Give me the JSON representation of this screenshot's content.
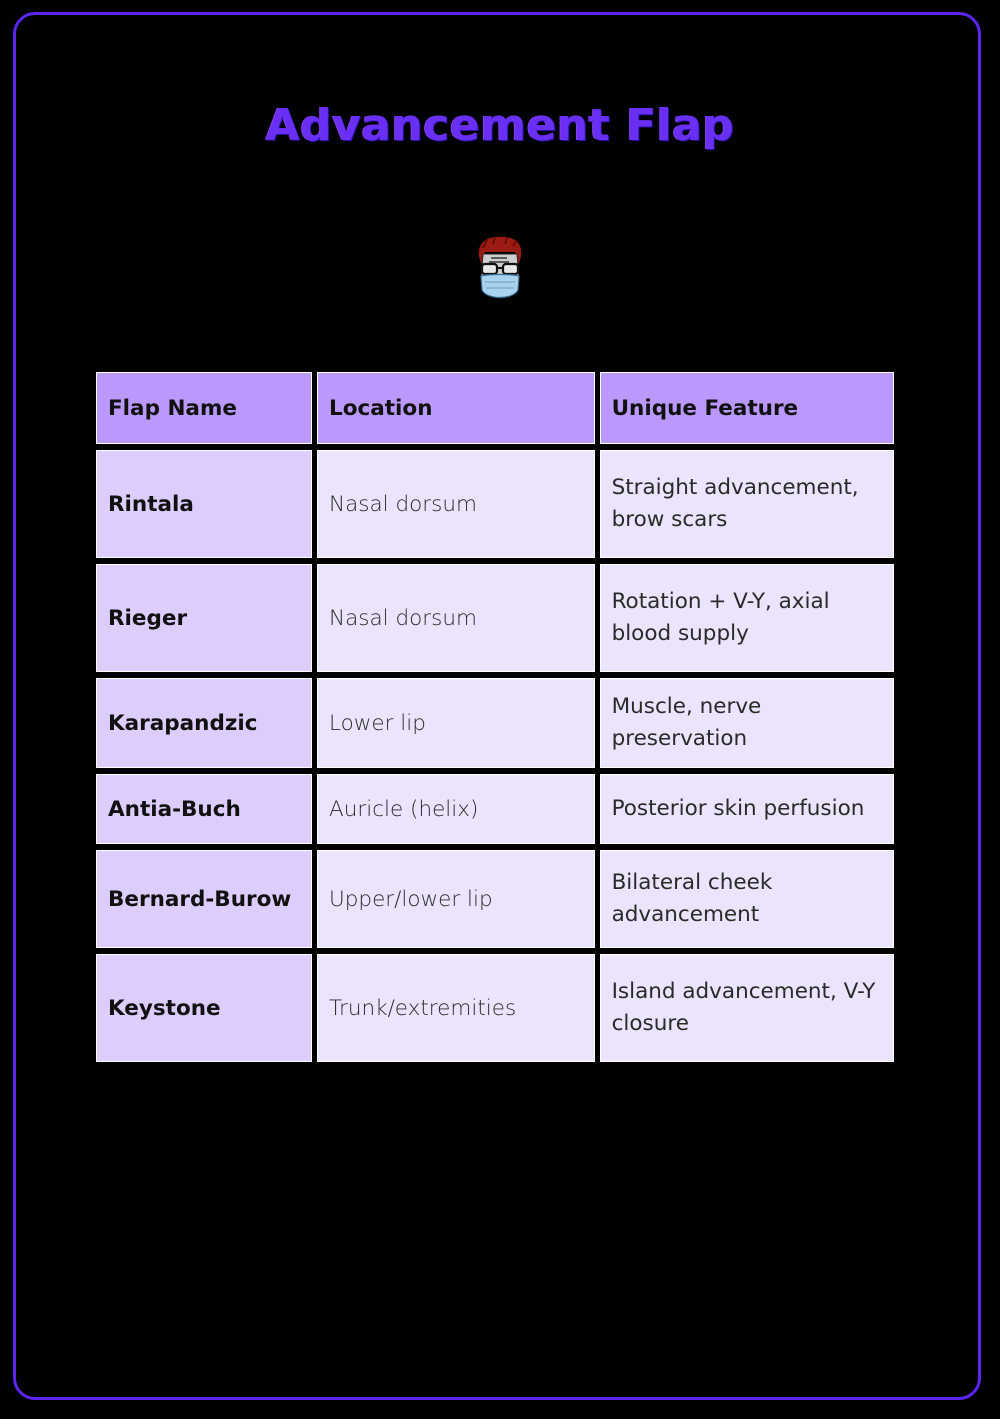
{
  "page": {
    "title": "Advancement Flap",
    "colors": {
      "border": "#5b25f0",
      "title": "#6a2ff5",
      "header_bg": "#bb99fc",
      "name_col_bg": "#dccdfd",
      "cell_bg": "#ece3fd",
      "background": "#000000"
    },
    "avatar_icon": "masked-doctor-avatar-icon"
  },
  "table": {
    "headers": [
      "Flap Name",
      "Location",
      "Unique Feature"
    ],
    "rows": [
      {
        "name": "Rintala",
        "location": "Nasal dorsum",
        "feature": "Straight advancement, brow scars"
      },
      {
        "name": "Rieger",
        "location": "Nasal dorsum",
        "feature": "Rotation + V-Y, axial blood supply"
      },
      {
        "name": "Karapandzic",
        "location": "Lower lip",
        "feature": "Muscle, nerve preservation"
      },
      {
        "name": "Antia-Buch",
        "location": "Auricle (helix)",
        "feature": "Posterior skin perfusion"
      },
      {
        "name": "Bernard-Burow",
        "location": "Upper/lower lip",
        "feature": "Bilateral cheek advancement"
      },
      {
        "name": "Keystone",
        "location": "Trunk/extremities",
        "feature": "Island advancement, V-Y closure"
      }
    ]
  }
}
